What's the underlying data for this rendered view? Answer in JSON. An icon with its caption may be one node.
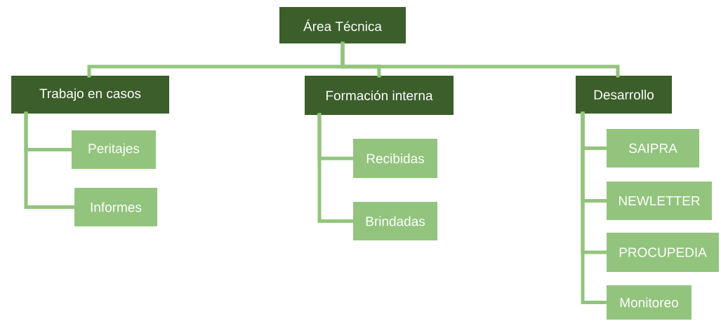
{
  "diagram": {
    "nodes": [
      {
        "text": [
          "Área Técnica"
        ]
      },
      {
        "text": [
          "Trabajo en casos"
        ]
      },
      {
        "text": [
          "Formación interna"
        ]
      },
      {
        "text": [
          "Desarrollo"
        ]
      },
      {
        "text": [
          "Peritajes"
        ]
      },
      {
        "text": [
          "Informes"
        ]
      },
      {
        "text": [
          "Recibidas"
        ]
      },
      {
        "text": [
          "Brindadas"
        ]
      },
      {
        "text": [
          "SAIPRA"
        ]
      },
      {
        "text": [
          "NEWLETTER"
        ]
      },
      {
        "text": [
          "PROCUPEDIA"
        ]
      },
      {
        "text": [
          "Monitoreo"
        ]
      }
    ],
    "edges": [
      {
        "from": 0,
        "to": 1,
        "arrow": "none"
      },
      {
        "from": 0,
        "to": 2,
        "arrow": "none"
      },
      {
        "from": 0,
        "to": 3,
        "arrow": "none"
      },
      {
        "from": 1,
        "to": 4,
        "arrow": "none"
      },
      {
        "from": 1,
        "to": 5,
        "arrow": "none"
      },
      {
        "from": 2,
        "to": 6,
        "arrow": "none"
      },
      {
        "from": 2,
        "to": 7,
        "arrow": "none"
      },
      {
        "from": 3,
        "to": 8,
        "arrow": "none"
      },
      {
        "from": 3,
        "to": 9,
        "arrow": "none"
      },
      {
        "from": 3,
        "to": 10,
        "arrow": "none"
      },
      {
        "from": 3,
        "to": 11,
        "arrow": "none"
      }
    ]
  }
}
